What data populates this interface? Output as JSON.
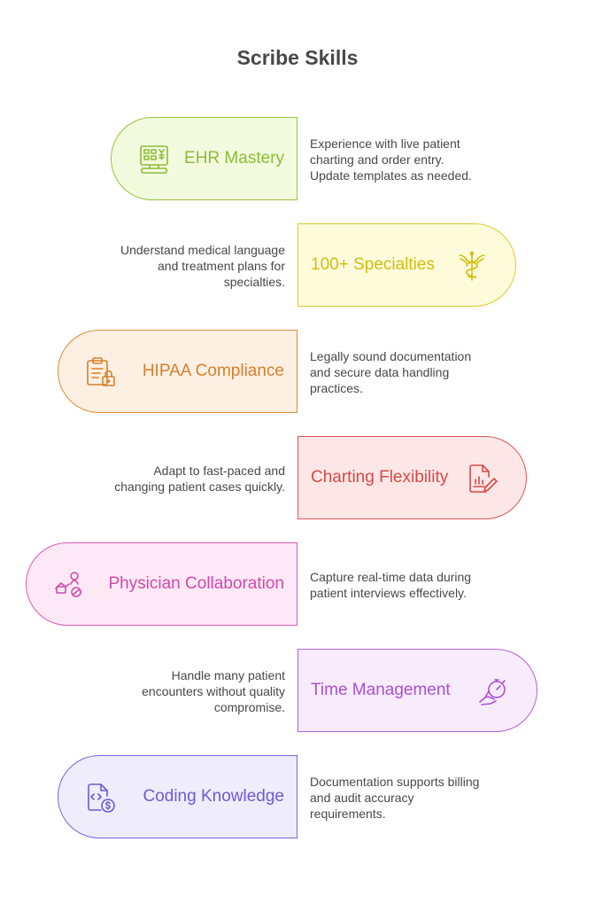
{
  "title": "Scribe Skills",
  "colors": {
    "ehr": {
      "fill": "#f3fbdf",
      "stroke": "#95c43e",
      "text": "#8bbd34"
    },
    "specialties": {
      "fill": "#fdfbd9",
      "stroke": "#dccb2f",
      "text": "#d2bd12"
    },
    "hipaa": {
      "fill": "#fdf0e2",
      "stroke": "#dc8c3c",
      "text": "#d67f2d"
    },
    "charting": {
      "fill": "#fde7e6",
      "stroke": "#dc5656",
      "text": "#d84949"
    },
    "physician": {
      "fill": "#fde9f6",
      "stroke": "#d95bb5",
      "text": "#d448aa"
    },
    "time": {
      "fill": "#f8ecfc",
      "stroke": "#b55fdc",
      "text": "#aa4fd6"
    },
    "coding": {
      "fill": "#efedfc",
      "stroke": "#7966dc",
      "text": "#6f58d8"
    }
  },
  "items": [
    {
      "label": "EHR Mastery",
      "icon": "computer-terminal-icon",
      "side": "left",
      "description": [
        "Experience with live patient",
        "charting and order entry.",
        "Update templates as needed."
      ]
    },
    {
      "label": "100+ Specialties",
      "icon": "caduceus-icon",
      "side": "right",
      "description": [
        "Understand medical language",
        "and treatment plans for",
        "specialties."
      ]
    },
    {
      "label": "HIPAA Compliance",
      "icon": "locked-clipboard-icon",
      "side": "left",
      "description": [
        "Legally sound documentation",
        "and secure data handling",
        "practices."
      ]
    },
    {
      "label": "Charting Flexibility",
      "icon": "chart-edit-icon",
      "side": "right",
      "description": [
        "Adapt to fast-paced and",
        "changing patient cases quickly."
      ]
    },
    {
      "label": "Physician Collaboration",
      "icon": "collaboration-icon",
      "side": "left",
      "description": [
        "Capture real-time data during",
        "patient interviews effectively."
      ]
    },
    {
      "label": "Time Management",
      "icon": "stopwatch-hand-icon",
      "side": "right",
      "description": [
        "Handle many patient",
        "encounters without quality",
        "compromise."
      ]
    },
    {
      "label": "Coding Knowledge",
      "icon": "code-billing-icon",
      "side": "left",
      "description": [
        "Documentation supports billing",
        "and audit accuracy",
        "requirements."
      ]
    }
  ]
}
